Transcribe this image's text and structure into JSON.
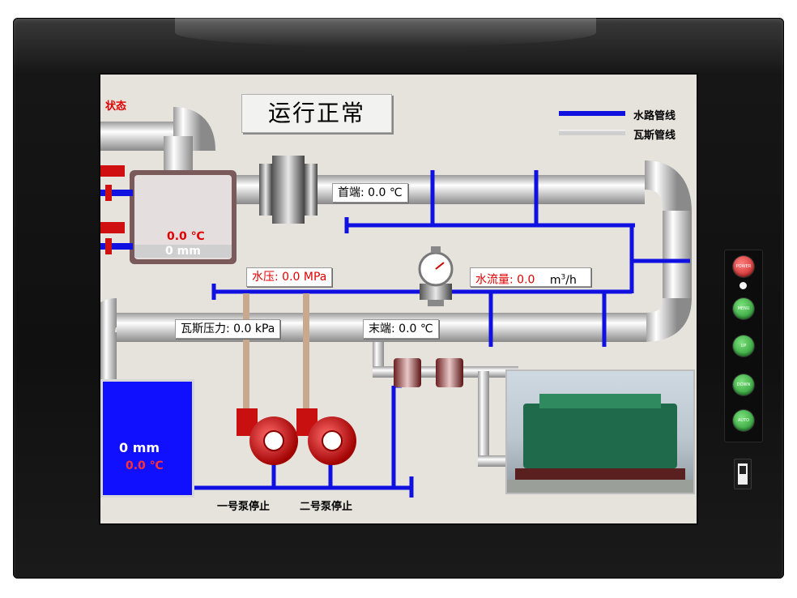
{
  "status_corner": "状态",
  "status_title": "运行正常",
  "legend": {
    "water_label": "水路管线",
    "gas_label": "瓦斯管线"
  },
  "tank": {
    "temp": "0.0 ℃",
    "level": "0 mm"
  },
  "boxes": {
    "head_label": "首端",
    "head_value": ": 0.0 ℃",
    "water_pressure_label": "水压",
    "water_pressure_value": ": 0.0 MPa",
    "water_flow_label": "水流量",
    "water_flow_value": ": 0.0",
    "water_flow_unit_main": "m",
    "water_flow_unit_sup": "3",
    "water_flow_unit_tail": "/h",
    "gas_pressure_label": "瓦斯压力",
    "gas_pressure_value": ": 0.0 kPa",
    "tail_label": "末端",
    "tail_value": ": 0.0 ℃"
  },
  "water_tank": {
    "level": "0 mm",
    "temp": "0.0 ℃"
  },
  "pumps": {
    "pump1": "一号泵停止",
    "pump2": "二号泵停止"
  },
  "hardware_buttons": {
    "power": "POWER",
    "menu": "MENU",
    "up": "UP",
    "down": "DOWN",
    "auto": "AUTO"
  },
  "colors": {
    "water_pipe": "#1010e0",
    "gas_pipe": "#d8d8d8",
    "alarm_red": "#e00000",
    "screen_bg": "#e6e3dc"
  }
}
